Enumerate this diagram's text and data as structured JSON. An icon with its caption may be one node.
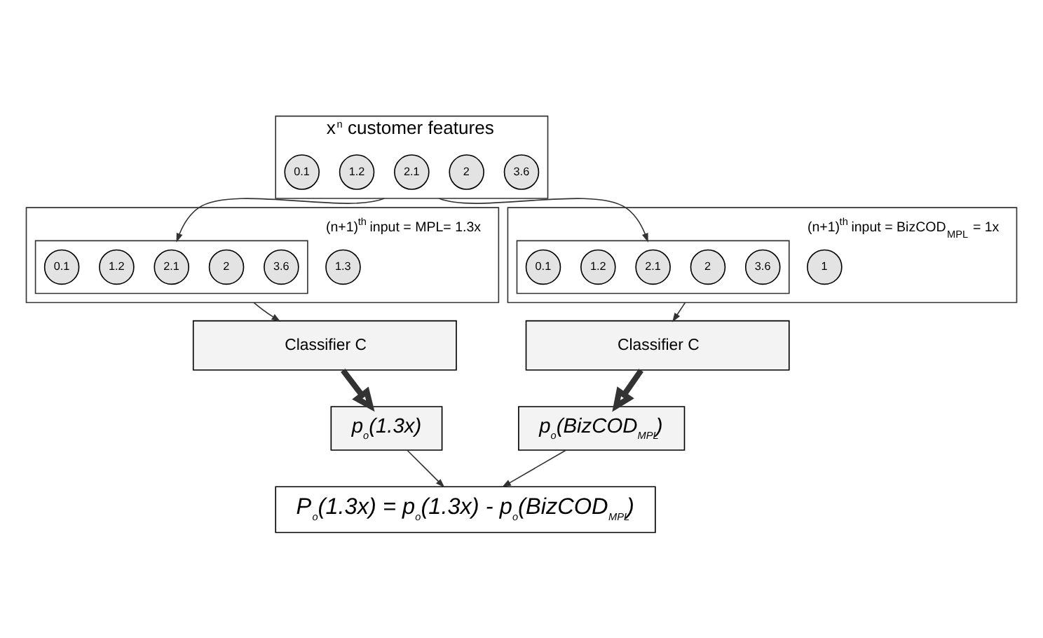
{
  "diagram": {
    "nodes": [
      {
        "text": [
          "x$^{n}$ customer features"
        ]
      },
      {
        "text": [
          "0.1"
        ],
        "in": 0
      },
      {
        "text": [
          "1.2"
        ],
        "in": 0
      },
      {
        "text": [
          "2.1"
        ],
        "in": 0
      },
      {
        "text": [
          "2"
        ],
        "in": 0
      },
      {
        "text": [
          "3.6"
        ],
        "in": 0
      },
      {
        "text": [],
        "shape": "box"
      },
      {
        "text": [],
        "shape": "box",
        "in": 6
      },
      {
        "text": [
          "0.1"
        ],
        "in": 7
      },
      {
        "text": [
          "1.2"
        ],
        "in": 7
      },
      {
        "text": [
          "2.1"
        ],
        "in": 7
      },
      {
        "text": [
          "2"
        ],
        "in": 7
      },
      {
        "text": [
          "3.6"
        ],
        "in": 7
      },
      {
        "text": [
          "1.3"
        ],
        "in": 6,
        "beside": [
          "(n+1)$^{th}$ input = MPL= 1.3x"
        ]
      },
      {
        "text": [],
        "shape": "box"
      },
      {
        "text": [],
        "shape": "box",
        "in": 14
      },
      {
        "text": [
          "0.1"
        ],
        "in": 15
      },
      {
        "text": [
          "1.2"
        ],
        "in": 15
      },
      {
        "text": [
          "2.1"
        ],
        "in": 15
      },
      {
        "text": [
          "2"
        ],
        "in": 15
      },
      {
        "text": [
          "3.6"
        ],
        "in": 15
      },
      {
        "text": [
          "1"
        ],
        "in": 14,
        "beside": [
          "(n+1)$^{th}$ input = BizCOD$_{MPL}$ = 1x"
        ]
      },
      {
        "text": [
          "Classifier C"
        ]
      },
      {
        "text": [
          "Classifier C"
        ]
      },
      {
        "text": [
          "p$_{o}$(1.3x)"
        ]
      },
      {
        "text": [
          "p$_{o}$(BizCOD$_{MPL}$)"
        ]
      },
      {
        "text": [
          "P$_{o}$(1.3x) = p$_{o}$(1.3x) - p$_{o}$(BizCOD$_{MPL}$)"
        ]
      }
    ],
    "edges": [
      {
        "from": 0,
        "to": 7,
        "arrow": "to"
      },
      {
        "from": 0,
        "to": 15,
        "arrow": "to"
      },
      {
        "from": 6,
        "to": 22,
        "arrow": "to"
      },
      {
        "from": 14,
        "to": 23,
        "arrow": "to"
      },
      {
        "from": 22,
        "to": 24,
        "arrow": "to",
        "style": "thick"
      },
      {
        "from": 23,
        "to": 25,
        "arrow": "to",
        "style": "thick"
      },
      {
        "from": 24,
        "to": 26,
        "arrow": "to"
      },
      {
        "from": 25,
        "to": 26,
        "arrow": "to"
      }
    ]
  }
}
